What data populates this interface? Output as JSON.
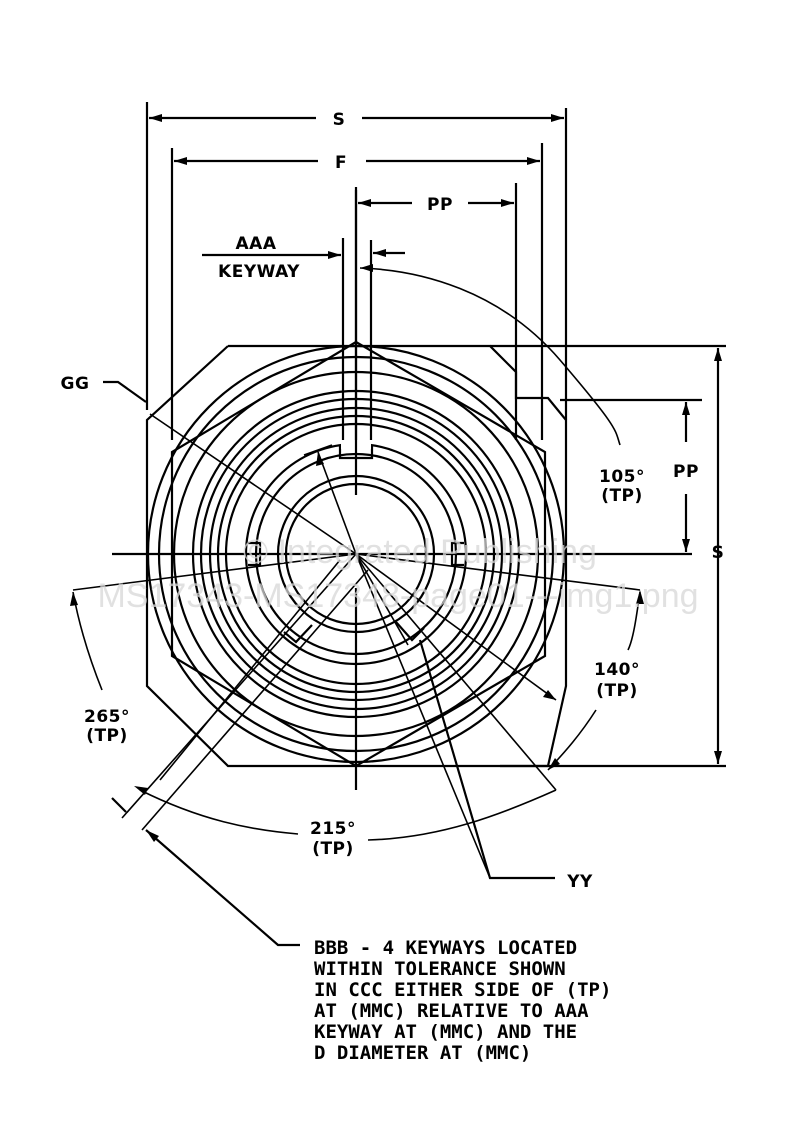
{
  "drawing": {
    "dimensions": {
      "overall_width": "S",
      "flat_width": "F",
      "keyway_offset_top": "PP",
      "keyway_label_line1": "AAA",
      "keyway_label_line2": "KEYWAY",
      "right_height": "S",
      "right_offset": "PP",
      "leader_gg": "GG",
      "leader_yy": "YY"
    },
    "angles": [
      {
        "value": "105°",
        "qualifier": "(TP)"
      },
      {
        "value": "140°",
        "qualifier": "(TP)"
      },
      {
        "value": "215°",
        "qualifier": "(TP)"
      },
      {
        "value": "265°",
        "qualifier": "(TP)"
      }
    ],
    "note": [
      "BBB - 4 KEYWAYS LOCATED",
      "WITHIN TOLERANCE SHOWN",
      "IN CCC EITHER SIDE OF (TP)",
      "AT (MMC) RELATIVE TO AAA",
      "KEYWAY AT (MMC) AND THE",
      "D DIAMETER AT (MMC)"
    ],
    "watermark": {
      "line1": "© Integrated Publishing",
      "line2": "MS17343-MS17348-page01---img1.png"
    }
  }
}
